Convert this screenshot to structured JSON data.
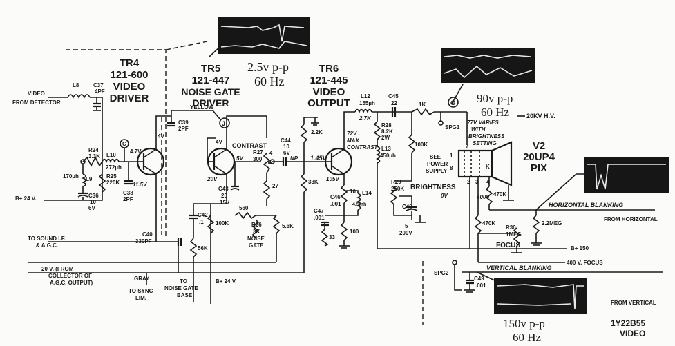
{
  "stages": {
    "tr4": {
      "ref": "TR4",
      "part": "121-600",
      "line1": "VIDEO",
      "line2": "DRIVER"
    },
    "tr5": {
      "ref": "TR5",
      "part": "121-447",
      "line1": "NOISE GATE",
      "line2": "DRIVER"
    },
    "tr6": {
      "ref": "TR6",
      "part": "121-445",
      "line1": "VIDEO",
      "line2": "OUTPUT"
    },
    "v2": {
      "ref": "V2",
      "part": "20UP4",
      "line1": "PIX"
    }
  },
  "waveforms": {
    "w1": {
      "amp": "2.5v p-p",
      "freq": "60 Hz"
    },
    "w2": {
      "amp": "90v p-p",
      "freq": "60 Hz"
    },
    "w3": {
      "amp": "150v p-p",
      "freq": "60 Hz"
    }
  },
  "inputs": {
    "video": [
      "VIDEO",
      "FROM DETECTOR"
    ],
    "b24_left": "B+ 24 V.",
    "sound_if": [
      "TO SOUND I.F.",
      "& A.G.C."
    ],
    "collector": [
      "20 V. (FROM",
      "COLLECTOR OF",
      "A.G.C. OUTPUT)"
    ],
    "gray": "GRAY",
    "sync": [
      "TO SYNC",
      "LIM."
    ],
    "noise_base": [
      "TO",
      "NOISE GATE",
      "BASE"
    ],
    "b24_mid": "B+ 24 V.",
    "b150": "B+ 150",
    "focus400": "400 V. FOCUS",
    "from_horizontal": "FROM HORIZONTAL",
    "from_vertical": "FROM VERTICAL",
    "hv": "20KV H.V."
  },
  "labels": {
    "yellow": "YELLOW",
    "contrast": "CONTRAST",
    "brightness": "BRIGHTNESS",
    "max_contrast": [
      "72V",
      "MAX",
      "CONTRAST"
    ],
    "varies": [
      "77V VARIES",
      "WITH",
      "BRIGHTNESS",
      "SETTING"
    ],
    "see_power": [
      "SEE",
      "POWER",
      "SUPPLY"
    ],
    "horizontal_blanking": "HORIZONTAL BLANKING",
    "vertical_blanking": "VERTICAL BLANKING",
    "focus": "FOCUS",
    "spg1": "SPG1",
    "spg2": "SPG2",
    "figure_id": [
      "1Y22B55",
      "VIDEO"
    ],
    "node_c": "C",
    "node_j": "J",
    "node_g": "G",
    "node_k": "K",
    "volts_4v_a": "4V",
    "volts_47v": "4.7V",
    "volts_115v": "11.5V",
    "volts_4v_b": "4V",
    "volts_5v": "5V",
    "volts_20v": "20V",
    "volts_145v": "1.45V",
    "volts_105v": "105V",
    "volts_0v": "0V",
    "volts_400v": "400V",
    "np": "NP",
    "pins": [
      "1",
      "7",
      "2",
      "3",
      "4",
      "8"
    ]
  },
  "components": {
    "l8": "L8",
    "c37": [
      "C37",
      "4PF"
    ],
    "r24": [
      "R24",
      "3.3K"
    ],
    "l10": "L10",
    "l10v": "272µh",
    "l9": "L9",
    "l9v": "170µh",
    "r25": [
      "R25",
      "220K"
    ],
    "c36": [
      "C36",
      "10",
      "6V"
    ],
    "c38": [
      "C38",
      "2PF"
    ],
    "c39": [
      "C39",
      "2PF"
    ],
    "c40": [
      "C40",
      "330PF"
    ],
    "c42": [
      "C42",
      ".1"
    ],
    "r56k": "56K",
    "r100k_a": "100K",
    "c43": [
      "C43",
      "20",
      "15V"
    ],
    "r27": [
      "R27",
      "300"
    ],
    "r27b": "27",
    "r560": "560",
    "r26": [
      "R26",
      "3K"
    ],
    "noise_gate": [
      "NOISE",
      "GATE"
    ],
    "r56k_b": "5.6K",
    "c44": [
      "C44",
      "10",
      "6V"
    ],
    "r22k": "2.2K",
    "r33k": "33K",
    "l12": [
      "L12",
      "155µh"
    ],
    "r27k": "2.7K",
    "r28": [
      "R28",
      "8.2K",
      "2W"
    ],
    "l13": [
      "L13",
      "450µh"
    ],
    "c45": [
      "C45",
      "22"
    ],
    "r100k_b": "100K",
    "r1k": "1K",
    "c46": [
      "C46",
      ".001"
    ],
    "c47": [
      "C47",
      ".001"
    ],
    "r33": "33",
    "l14": "L14",
    "l14v": "4.5mh",
    "r10": "10",
    "r100": "100",
    "r29": [
      "R29",
      "250K"
    ],
    "c48": [
      "C48",
      "5",
      "200V"
    ],
    "r470k_a": "470K",
    "r470k_b": "470K",
    "r30": [
      "R30",
      "1MEG"
    ],
    "r22meg": "2.2MEG",
    "c49": [
      "C49",
      ".001"
    ]
  }
}
